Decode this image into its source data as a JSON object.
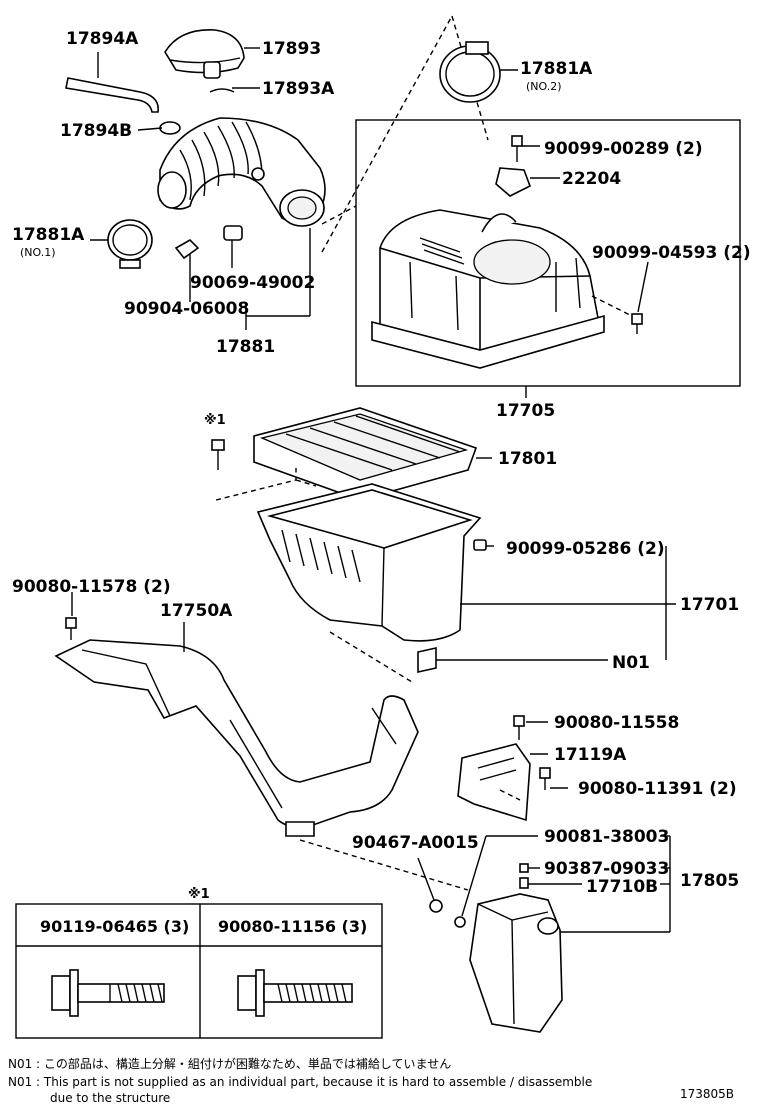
{
  "labels": {
    "p17894A": "17894A",
    "p17893": "17893",
    "p17893A": "17893A",
    "p17894B": "17894B",
    "p17881A_no1": "17881A",
    "no1": "(NO.1)",
    "p17881A_no2": "17881A",
    "no2": "(NO.2)",
    "p90069": "90069-49002",
    "p90904": "90904-06008",
    "p17881": "17881",
    "p90099_00289": "90099-00289 (2)",
    "p22204": "22204",
    "p90099_04593": "90099-04593 (2)",
    "p17705": "17705",
    "mark1_top": "※1",
    "p17801": "17801",
    "p90099_05286": "90099-05286 (2)",
    "p17701": "17701",
    "pN01": "N01",
    "p90080_11578": "90080-11578 (2)",
    "p17750A": "17750A",
    "p90080_11558": "90080-11558",
    "p17119A": "17119A",
    "p90080_11391": "90080-11391 (2)",
    "p90467": "90467-A0015",
    "p90081": "90081-38003",
    "p90387": "90387-09033",
    "p17710B": "17710B",
    "p17805": "17805",
    "mark1_table": "※1"
  },
  "table": {
    "col1": "90119-06465 (3)",
    "col2": "90080-11156 (3)"
  },
  "notes": {
    "jp": "N01 : この部品は、構造上分解・組付けが困難なため、単品では補給していません",
    "en1": "N01 : This part is not supplied as an individual part, because it is hard to assemble / disassemble",
    "en2": "due to the structure"
  },
  "diagram_id": "173805B"
}
